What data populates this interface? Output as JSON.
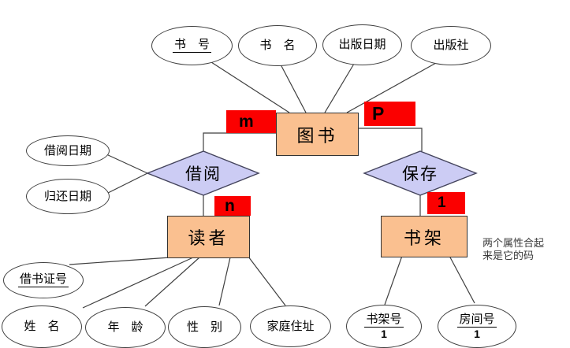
{
  "diagram": {
    "entities": {
      "book": {
        "label": "图书"
      },
      "reader": {
        "label": "读者"
      },
      "shelf": {
        "label": "书架"
      }
    },
    "relationships": {
      "borrow": {
        "label": "借阅"
      },
      "store": {
        "label": "保存"
      }
    },
    "cardinalities": {
      "book_borrow": "m",
      "book_store": "P",
      "reader_borrow": "n",
      "shelf_store": "1"
    },
    "attributes": {
      "book_id": {
        "label": "书　号",
        "underlined": true
      },
      "book_name": {
        "label": "书　名"
      },
      "pub_date": {
        "label": "出版日期"
      },
      "publisher": {
        "label": "出版社"
      },
      "borrow_date": {
        "label": "借阅日期"
      },
      "return_date": {
        "label": "归还日期"
      },
      "card_no": {
        "label": "借书证号",
        "underlined": true
      },
      "name": {
        "label": "姓　名"
      },
      "age": {
        "label": "年　龄"
      },
      "gender": {
        "label": "性　别"
      },
      "address": {
        "label": "家庭住址"
      },
      "shelf_no": {
        "label": "书架号",
        "sub": "1",
        "underlined": true
      },
      "room_no": {
        "label": "房间号",
        "sub": "1",
        "underlined": true
      }
    },
    "note": {
      "line1": "两个属性合起",
      "line2": "来是它的码"
    },
    "colors": {
      "entity_fill": "#FAC090",
      "relationship_fill": "#CCCCF4",
      "cardinality_fill": "#FB0000",
      "line": "#3f3f3f"
    }
  }
}
